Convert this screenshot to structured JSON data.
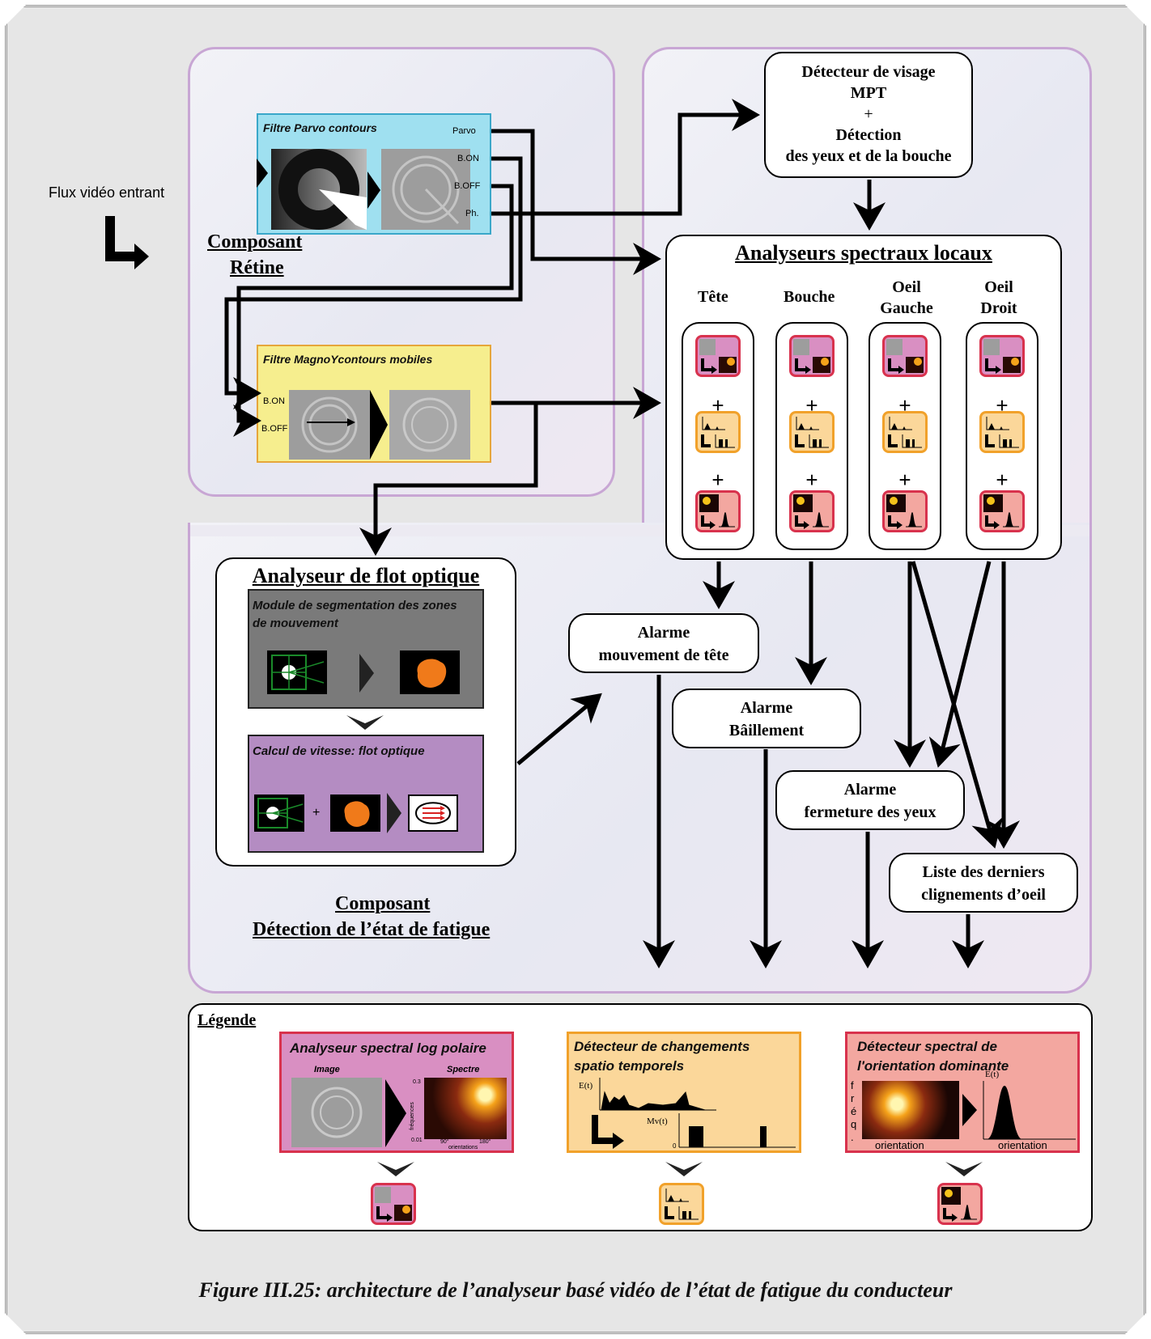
{
  "input_label": "Flux vidéo entrant",
  "retina": {
    "title_line1": "Composant",
    "title_line2": "Rétine",
    "parvo_filter": {
      "title": "Filtre Parvo contours",
      "ports": [
        "Parvo",
        "B.ON",
        "B.OFF",
        "Ph."
      ]
    },
    "magno_filter": {
      "title": "Filtre MagnoYcontours mobiles",
      "ports": [
        "B.ON",
        "B.OFF"
      ]
    }
  },
  "face_detector": {
    "line1": "Détecteur de visage",
    "line2": "MPT",
    "line3": "+",
    "line4": "Détection",
    "line5": "des yeux et de la bouche"
  },
  "spectral": {
    "title": "Analyseurs spectraux locaux",
    "columns": [
      {
        "line1": "Tête",
        "line2": ""
      },
      {
        "line1": "Bouche",
        "line2": ""
      },
      {
        "line1": "Oeil",
        "line2": "Gauche"
      },
      {
        "line1": "Oeil",
        "line2": "Droit"
      }
    ],
    "plus": "+"
  },
  "optical_flow": {
    "title": "Analyseur de flot optique",
    "segmentation": {
      "line1": "Module  de segmentation des zones",
      "line2": "de mouvement"
    },
    "speed": {
      "title": "Calcul de vitesse: flot optique",
      "plus": "+"
    }
  },
  "fatigue": {
    "title_line1": "Composant",
    "title_line2": "Détection de l’état de fatigue"
  },
  "alarms": {
    "head": {
      "line1": "Alarme",
      "line2": "mouvement de tête"
    },
    "yawn": {
      "line1": "Alarme",
      "line2": "Bâillement"
    },
    "eyes": {
      "line1": "Alarme",
      "line2": "fermeture des yeux"
    },
    "blinks": {
      "line1": "Liste des derniers",
      "line2": "clignements d’oeil"
    }
  },
  "legend": {
    "title": "Légende",
    "logpolar": {
      "title": "Analyseur spectral log polaire",
      "image_label": "Image",
      "spectrum_label": "Spectre",
      "y_top": "0.3",
      "y_axis": "fréquences",
      "y_bottom": "0.01",
      "x_tick1": "90°",
      "x_tick2": "180°",
      "x_axis": "orientations"
    },
    "spatiotemporal": {
      "title_line1": "Détecteur de changements",
      "title_line2": "spatio temporels",
      "e_label": "E(t)",
      "mv_label": "Mv(t)",
      "zero": "0"
    },
    "orientation": {
      "title_line1": "Détecteur spectral de",
      "title_line2": "l'orientation dominante",
      "freq_label": [
        "f",
        "r",
        "é",
        "q",
        "."
      ],
      "e_label": "E(t)",
      "x1": "orientation",
      "x2": "orientation"
    }
  },
  "caption": "Figure III.25: architecture de l’analyseur basé vidéo de l’état de fatigue du conducteur",
  "colors": {
    "parvo_bg": "#9fe0f0",
    "magno_bg": "#f6ee8e",
    "pink": "#d98fc2",
    "orange": "#fbd79a",
    "salmon": "#f3a7a0",
    "seg_bg": "#7a7a7a",
    "speed_bg": "#b48cc2"
  }
}
